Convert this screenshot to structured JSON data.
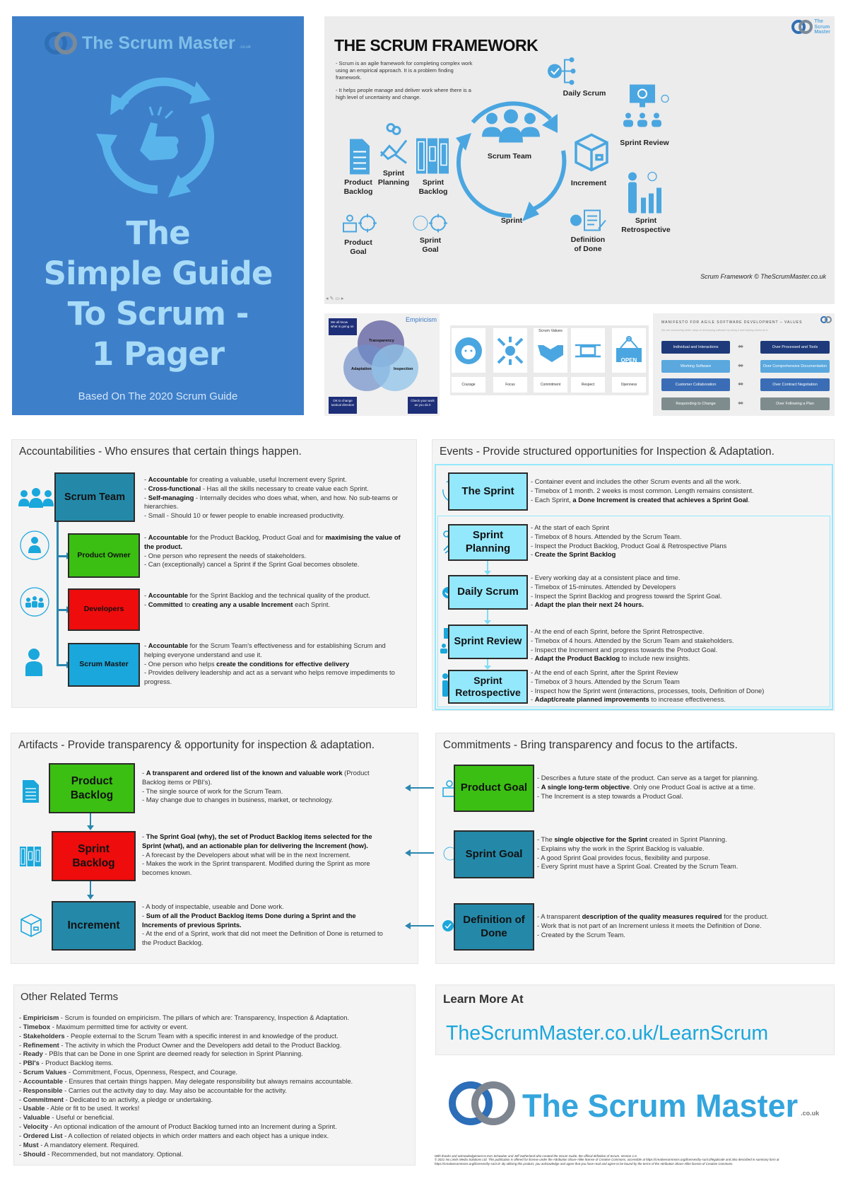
{
  "colors": {
    "accent": "#2f9de0",
    "cover_bg": "#3e7fca",
    "green": "#3bbf12",
    "red": "#ee0c0c",
    "teal": "#2489a9",
    "cyan": "#94e8fc",
    "sky": "#1aa7dc"
  },
  "cover": {
    "logo_text": "The Scrum Master",
    "logo_suffix": ".co.uk",
    "title_lines": [
      "The",
      "Simple Guide",
      "To Scrum -",
      "1 Pager"
    ],
    "subtitle": "Based On The 2020 Scrum Guide"
  },
  "framework": {
    "title": "THE SCRUM FRAMEWORK",
    "desc": [
      "- Scrum is an agile framework for completing complex work using an empirical approach. It is a problem finding framework.",
      "- It helps people manage and deliver work where there is a high level of uncertainty and change."
    ],
    "labels": {
      "product_backlog": "Product Backlog",
      "sprint_planning": "Sprint Planning",
      "sprint_backlog": "Sprint Backlog",
      "product_goal": "Product Goal",
      "sprint_goal": "Sprint Goal",
      "scrum_team": "Scrum Team",
      "sprint": "Sprint",
      "daily_scrum": "Daily Scrum",
      "increment": "Increment",
      "definition_of_done": "Definition of Done",
      "sprint_review": "Sprint Review",
      "sprint_retrospective": "Sprint Retrospective"
    },
    "logo_lines": [
      "The",
      "Scrum",
      "Master"
    ],
    "caption": "Scrum Framework © TheScrumMaster.co.uk"
  },
  "empiricism": {
    "title": "Empiricism",
    "circles": [
      "Transparency",
      "Adaptation",
      "Inspection"
    ],
    "notes": [
      "We all know what is going on",
      "OK to change tactical direction",
      "Check your work as you do it"
    ]
  },
  "values": {
    "title": "Scrum Values",
    "items": [
      "Courage",
      "Focus",
      "Commitment",
      "Respect",
      "Openness"
    ],
    "open_sign": "OPEN"
  },
  "manifesto": {
    "title": "MANIFESTO FOR AGILE SOFTWARE DEVELOPMENT – VALUES",
    "subtitle": "We are uncovering better ways of developing software by doing it and helping others do it.",
    "rows": [
      [
        "Individual and Interactions",
        "Over Processed and Tools"
      ],
      [
        "Working Software",
        "Over Comprehensive Documentation"
      ],
      [
        "Customer Collaboration",
        "Over Contract Negotiation"
      ],
      [
        "Responding to Change",
        "Over Following a Plan"
      ]
    ]
  },
  "accountabilities": {
    "title": "Accountabilities - Who ensures that certain things happen.",
    "items": [
      {
        "label": "Scrum Team",
        "bullets": [
          [
            {
              "t": "- "
            },
            {
              "t": "Accountable",
              "b": true
            },
            {
              "t": " for creating a valuable, useful Increment every Sprint."
            }
          ],
          [
            {
              "t": "- "
            },
            {
              "t": "Cross-functional",
              "b": true
            },
            {
              "t": " - Has all the skills necessary to create value each Sprint."
            }
          ],
          [
            {
              "t": "- "
            },
            {
              "t": "Self-managing",
              "b": true
            },
            {
              "t": " - Internally decides who does what, when, and how. No sub-teams or hierarchies."
            }
          ],
          [
            {
              "t": "- Small - Should 10 or fewer people to enable increased productivity."
            }
          ]
        ]
      },
      {
        "label": "Product Owner",
        "bullets": [
          [
            {
              "t": "- "
            },
            {
              "t": "Accountable",
              "b": true
            },
            {
              "t": " for the Product Backlog, Product Goal and for "
            },
            {
              "t": "maximising the value of the product.",
              "b": true
            }
          ],
          [
            {
              "t": "- One person who represent the needs of stakeholders."
            }
          ],
          [
            {
              "t": "- Can (exceptionally) cancel a Sprint if the Sprint Goal becomes obsolete."
            }
          ]
        ]
      },
      {
        "label": "Developers",
        "bullets": [
          [
            {
              "t": "- "
            },
            {
              "t": "Accountable",
              "b": true
            },
            {
              "t": " for the Sprint Backlog and the technical quality of the product."
            }
          ],
          [
            {
              "t": "- "
            },
            {
              "t": "Committed",
              "b": true
            },
            {
              "t": " to "
            },
            {
              "t": "creating any a usable Increment",
              "b": true
            },
            {
              "t": " each Sprint."
            }
          ]
        ]
      },
      {
        "label": "Scrum Master",
        "bullets": [
          [
            {
              "t": "- "
            },
            {
              "t": "Accountable",
              "b": true
            },
            {
              "t": " for the Scrum Team's effectiveness and for establishing Scrum and helping everyone understand and use it."
            }
          ],
          [
            {
              "t": "- One person who helps "
            },
            {
              "t": "create the conditions for effective delivery",
              "b": true
            }
          ],
          [
            {
              "t": "- Provides delivery leadership and act as a servant who helps remove impediments to progress."
            }
          ]
        ]
      }
    ]
  },
  "events": {
    "title": "Events - Provide structured opportunities for Inspection & Adaptation.",
    "items": [
      {
        "label": "The Sprint",
        "bullets": [
          [
            {
              "t": "- Container event and includes the other Scrum events and all the work."
            }
          ],
          [
            {
              "t": "- Timebox of 1 month. 2 weeks is most common. Length remains consistent."
            }
          ],
          [
            {
              "t": "- Each Sprint, "
            },
            {
              "t": "a Done Increment is created that achieves a Sprint Goal",
              "b": true
            },
            {
              "t": "."
            }
          ]
        ]
      },
      {
        "label": "Sprint Planning",
        "bullets": [
          [
            {
              "t": "- At the start of each Sprint"
            }
          ],
          [
            {
              "t": "- Timebox of 8 hours. Attended by the Scrum Team."
            }
          ],
          [
            {
              "t": "- Inspect the Product Backlog, Product Goal & Retrospective Plans"
            }
          ],
          [
            {
              "t": "- "
            },
            {
              "t": "Create the Sprint Backlog",
              "b": true
            }
          ]
        ]
      },
      {
        "label": "Daily Scrum",
        "bullets": [
          [
            {
              "t": "- Every working day at a consistent place and time."
            }
          ],
          [
            {
              "t": "- Timebox of 15-minutes. Attended by Developers"
            }
          ],
          [
            {
              "t": "- Inspect the Sprint Backlog and progress toward the Sprint Goal."
            }
          ],
          [
            {
              "t": "- "
            },
            {
              "t": "Adapt the plan their next 24 hours.",
              "b": true
            }
          ]
        ]
      },
      {
        "label": "Sprint Review",
        "bullets": [
          [
            {
              "t": "- At the end of each Sprint, before the Sprint Retrospective."
            }
          ],
          [
            {
              "t": "- Timebox of 4 hours. Attended by the Scrum Team and stakeholders."
            }
          ],
          [
            {
              "t": "- Inspect the Increment and progress towards the Product Goal."
            }
          ],
          [
            {
              "t": "- "
            },
            {
              "t": "Adapt the Product Backlog",
              "b": true
            },
            {
              "t": " to include new insights."
            }
          ]
        ]
      },
      {
        "label": "Sprint Retrospective",
        "bullets": [
          [
            {
              "t": "- At the end of each Sprint, after the Sprint Review"
            }
          ],
          [
            {
              "t": "- Timebox of 3 hours. Attended by the Scrum Team"
            }
          ],
          [
            {
              "t": "- Inspect how the Sprint went (interactions, processes, tools, Definition of Done)"
            }
          ],
          [
            {
              "t": "- "
            },
            {
              "t": "Adapt/create planned improvements",
              "b": true
            },
            {
              "t": " to increase effectiveness."
            }
          ]
        ]
      }
    ]
  },
  "artifacts": {
    "title": "Artifacts - Provide transparency & opportunity for inspection & adaptation.",
    "items": [
      {
        "label": "Product Backlog",
        "bullets": [
          [
            {
              "t": "- "
            },
            {
              "t": "A transparent and ordered list of the known and valuable work",
              "b": true
            },
            {
              "t": " (Product Backlog items or PBI's)."
            }
          ],
          [
            {
              "t": "- The single source of work for the Scrum Team."
            }
          ],
          [
            {
              "t": "- May change due to changes in business, market, or technology."
            }
          ]
        ]
      },
      {
        "label": "Sprint Backlog",
        "bullets": [
          [
            {
              "t": "- "
            },
            {
              "t": "The Sprint Goal (why), the set of Product Backlog items selected for the Sprint (what), and an actionable plan for delivering the Increment (how).",
              "b": true
            }
          ],
          [
            {
              "t": "- A forecast by the Developers about what will be in the next Increment."
            }
          ],
          [
            {
              "t": "- Makes the work in the Sprint transparent. Modified during the Sprint as more becomes known."
            }
          ]
        ]
      },
      {
        "label": "Increment",
        "bullets": [
          [
            {
              "t": "- A body of inspectable, useable and Done work."
            }
          ],
          [
            {
              "t": "- "
            },
            {
              "t": "Sum of all the Product Backlog items Done during a Sprint and the Increments of previous Sprints.",
              "b": true
            }
          ],
          [
            {
              "t": "- At the end of a Sprint, work that did not meet the Definition of Done is returned to the Product Backlog."
            }
          ]
        ]
      }
    ]
  },
  "commitments": {
    "title": "Commitments - Bring transparency and focus to the artifacts.",
    "items": [
      {
        "label": "Product Goal",
        "bullets": [
          [
            {
              "t": "- Describes a future state of the product. Can serve as a target for planning."
            }
          ],
          [
            {
              "t": "- "
            },
            {
              "t": "A single long-term objective",
              "b": true
            },
            {
              "t": ". Only one Product Goal is active at a time."
            }
          ],
          [
            {
              "t": "- The Increment is a step towards a Product Goal."
            }
          ]
        ]
      },
      {
        "label": "Sprint Goal",
        "bullets": [
          [
            {
              "t": "- The "
            },
            {
              "t": "single objective for the Sprint",
              "b": true
            },
            {
              "t": " created in Sprint Planning."
            }
          ],
          [
            {
              "t": "- Explains why the work in the Sprint Backlog is valuable."
            }
          ],
          [
            {
              "t": "- A good Sprint Goal provides focus, flexibility and purpose."
            }
          ],
          [
            {
              "t": "- Every Sprint must have a Sprint Goal. Created by the Scrum Team."
            }
          ]
        ]
      },
      {
        "label": "Definition of Done",
        "bullets": [
          [
            {
              "t": "- A transparent "
            },
            {
              "t": "description of the quality measures required",
              "b": true
            },
            {
              "t": " for the product."
            }
          ],
          [
            {
              "t": "- Work that is not part of an Increment unless it meets the Definition of Done."
            }
          ],
          [
            {
              "t": "- Created by the Scrum Team."
            }
          ]
        ]
      }
    ]
  },
  "terms": {
    "title": "Other Related Terms",
    "items": [
      [
        "Empiricism",
        "Scrum is founded on empiricism. The pillars of which are: Transparency, Inspection & Adaptation."
      ],
      [
        "Timebox",
        "Maximum permitted time for activity or event."
      ],
      [
        "Stakeholders",
        "People external to the Scrum Team with a specific interest in and knowledge of the product."
      ],
      [
        "Refinement",
        "The activity in which the Product Owner and the Developers add detail to the Product Backlog."
      ],
      [
        "Ready",
        "PBIs that can be Done in one Sprint are deemed ready for selection in Sprint Planning."
      ],
      [
        "PBI's",
        "Product Backlog items."
      ],
      [
        "Scrum Values",
        "Commitment, Focus, Openness, Respect, and Courage."
      ],
      [
        "Accountable",
        "Ensures that certain things happen. May delegate responsibility but always remains accountable."
      ],
      [
        "Responsible",
        "Carries out the activity day to day.  May also be accountable for the activity."
      ],
      [
        "Commitment",
        "Dedicated to an activity, a pledge or undertaking."
      ],
      [
        "Usable",
        "Able or fit to be used. It works!"
      ],
      [
        "Valuable",
        "Useful or beneficial."
      ],
      [
        "Velocity",
        "An optional indication of the amount of Product Backlog turned into an Increment during a Sprint."
      ],
      [
        "Ordered List",
        "A collection of related objects in which order matters and each object has a unique index."
      ],
      [
        "Must",
        "A mandatory element. Required."
      ],
      [
        "Should",
        "Recommended, but not mandatory. Optional."
      ]
    ]
  },
  "learn_more": {
    "title": "Learn More At",
    "url": "TheScrumMaster.co.uk/LearnScrum"
  },
  "brand": {
    "name": "The Scrum Master",
    "suffix": ".co.uk"
  },
  "footer": [
    "With thanks and acknowledgement to Ken Schwaber and Jeff Sutherland who created the Scrum Guide, the official definition of Scrum. Version 1.0.",
    "© 2021 No Limits Media Solutions Ltd. This publication is offered for license under the Attribution Share-Alike license of Creative Commons, accessible at https://creativecommons.org/licenses/by-sa/4.0/legalcode and also described in summary form at https://creativecommons.org/licenses/by-sa/4.0/. By utilising this product, you acknowledge and agree that you have read and agree to be bound by the terms of the Attribution Share-Alike license of Creative Commons."
  ]
}
